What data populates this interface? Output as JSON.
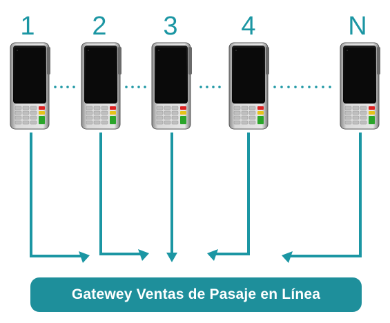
{
  "terminals": [
    {
      "label": "1"
    },
    {
      "label": "2"
    },
    {
      "label": "3"
    },
    {
      "label": "4"
    },
    {
      "label": "N"
    }
  ],
  "gateway": {
    "label": "Gatewey Ventas de Pasaje en Línea"
  },
  "colors": {
    "accent": "#1b96a3",
    "gateway_bg": "#1e8f9b",
    "arrow": "#1b96a3"
  }
}
